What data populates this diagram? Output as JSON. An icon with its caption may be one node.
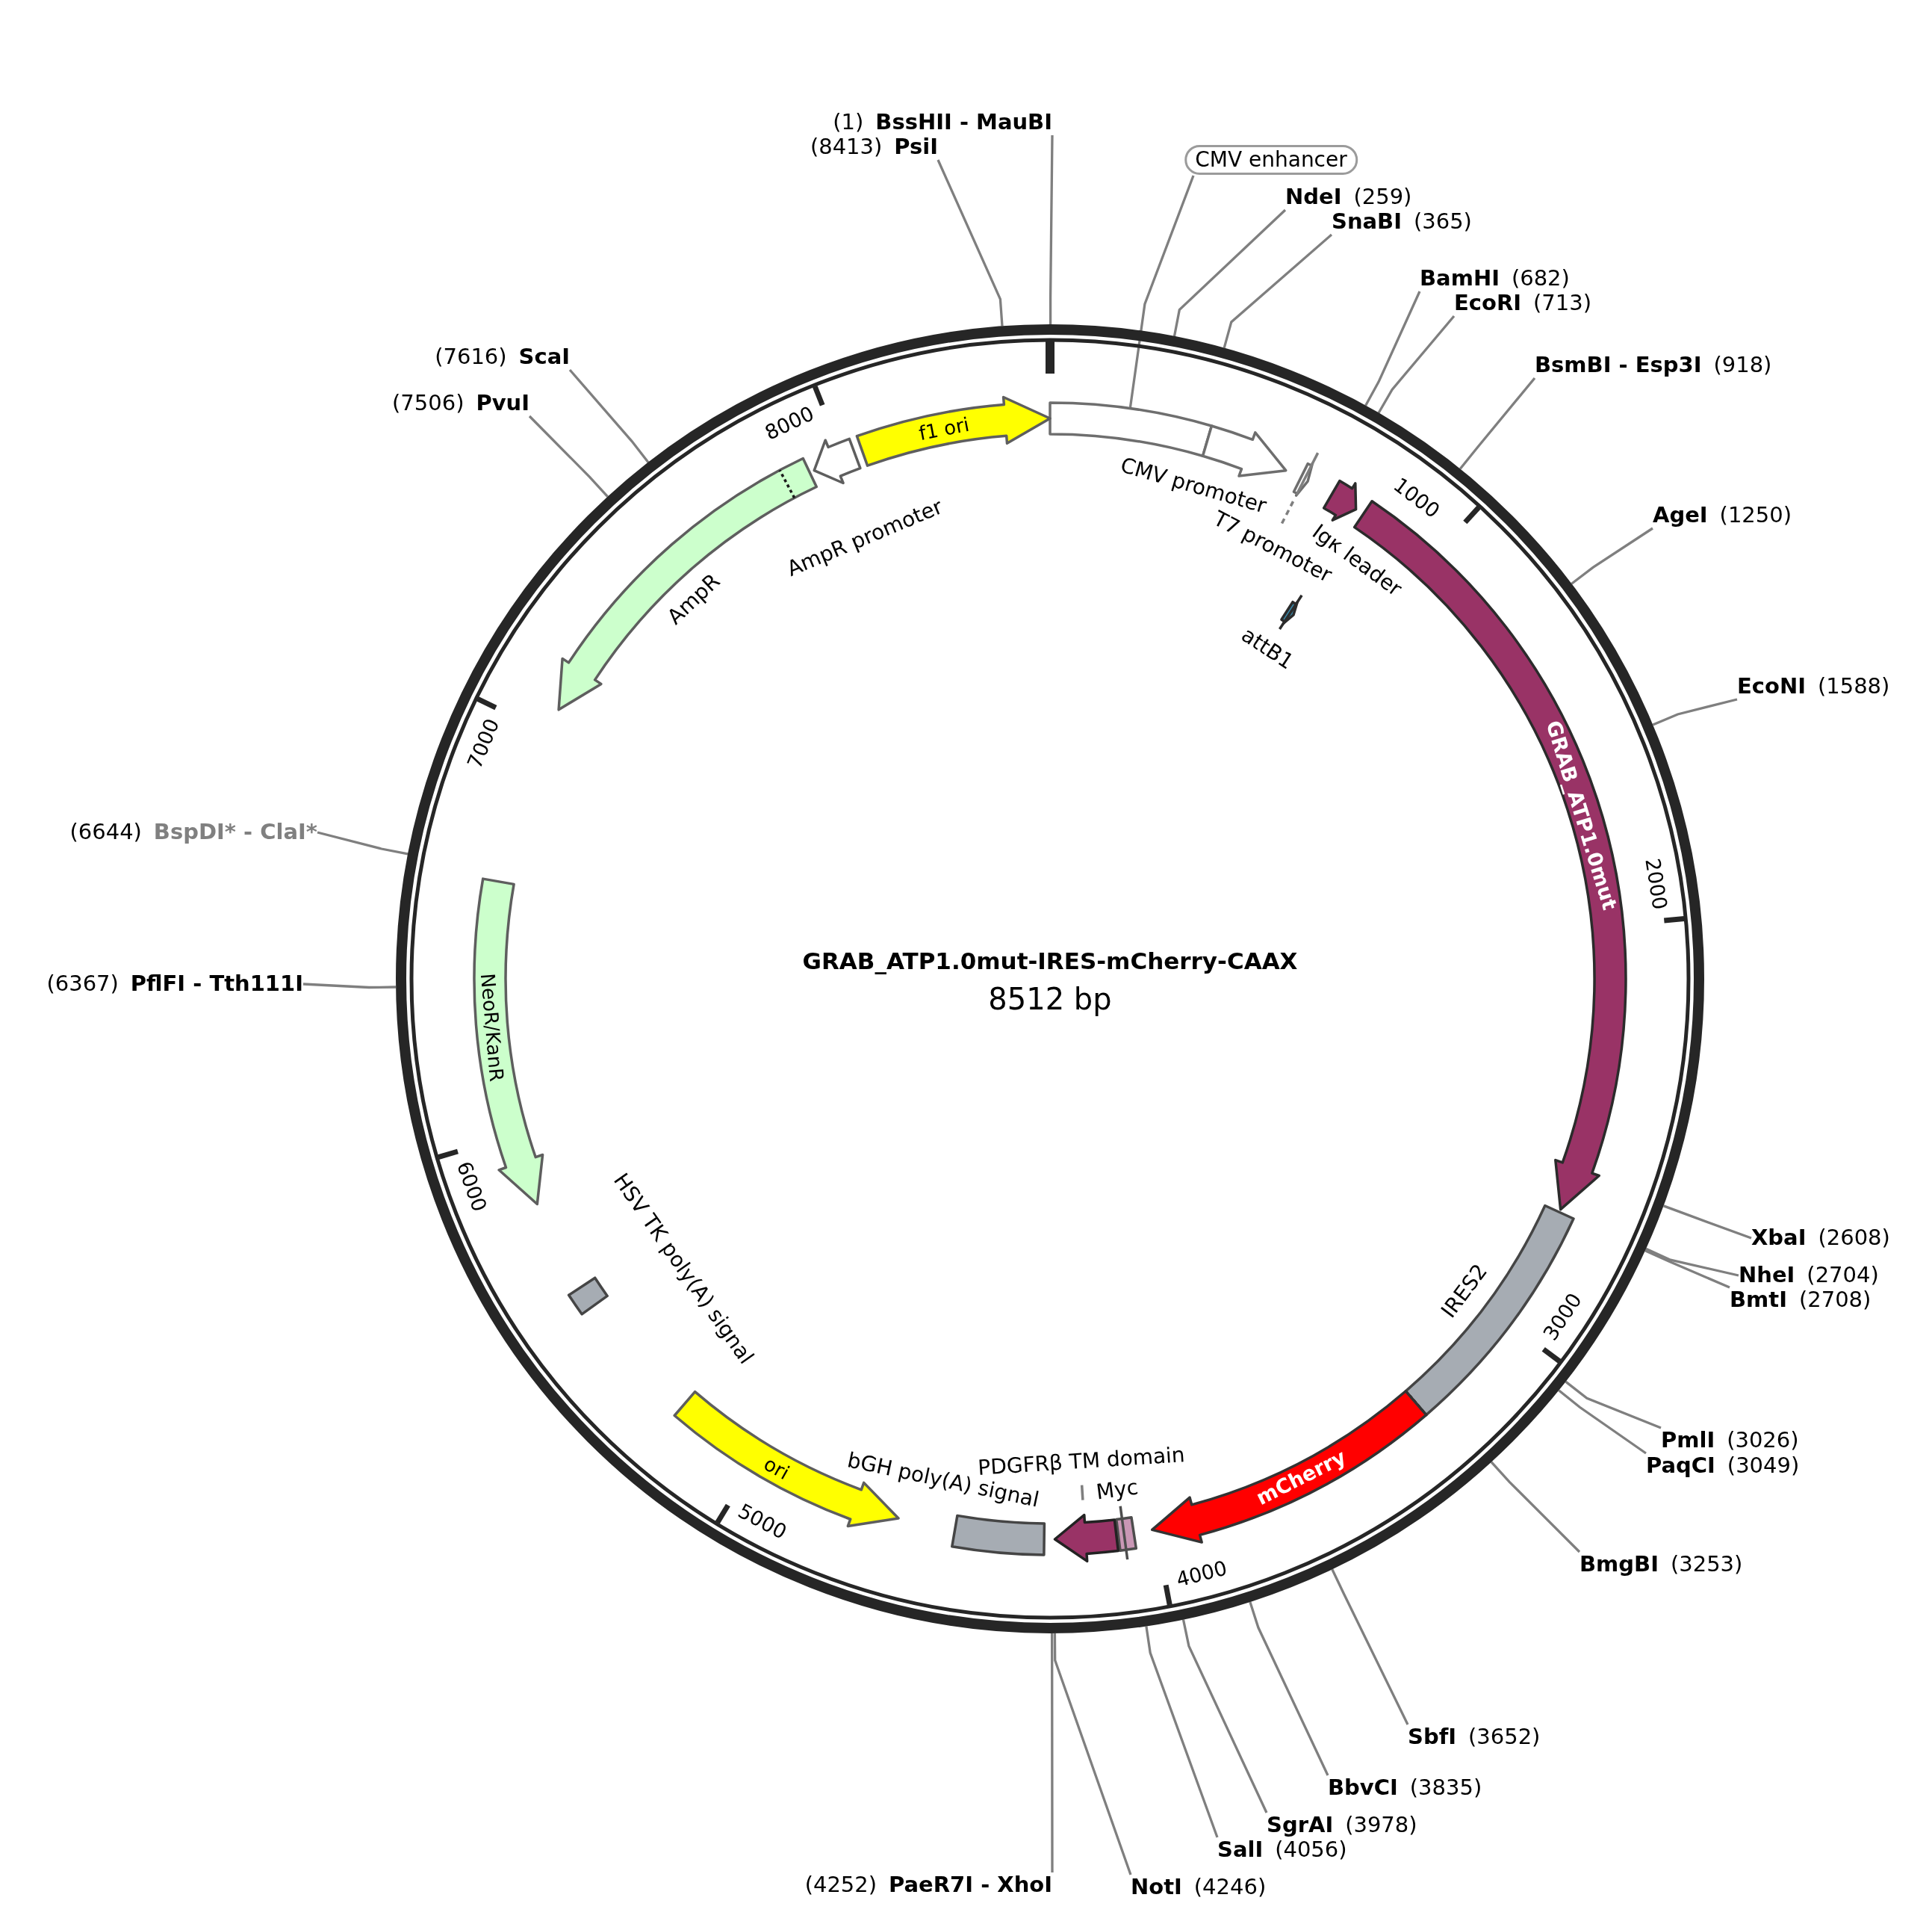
{
  "diagram": {
    "title": "GRAB_ATP1.0mut-IRES-mCherry-CAAX",
    "nodes": [
      {
        "text": [
          "(1)",
          "BssHII - MauBI"
        ]
      },
      {
        "text": [
          "NdeI",
          "(259)"
        ]
      },
      {
        "text": [
          "SnaBI",
          "(365)"
        ]
      },
      {
        "text": [
          "BamHI",
          "(682)"
        ]
      },
      {
        "text": [
          "EcoRI",
          "(713)"
        ]
      },
      {
        "text": [
          "BsmBI - Esp3I",
          "(918)"
        ]
      },
      {
        "text": [
          "AgeI",
          "(1250)"
        ]
      },
      {
        "text": [
          "EcoNI",
          "(1588)"
        ]
      },
      {
        "text": [
          "XbaI",
          "(2608)"
        ]
      },
      {
        "text": [
          "NheI",
          "(2704)"
        ]
      },
      {
        "text": [
          "BmtI",
          "(2708)"
        ]
      },
      {
        "text": [
          "PmlI",
          "(3026)"
        ]
      },
      {
        "text": [
          "PaqCI",
          "(3049)"
        ]
      },
      {
        "text": [
          "BmgBI",
          "(3253)"
        ]
      },
      {
        "text": [
          "SbfI",
          "(3652)"
        ]
      },
      {
        "text": [
          "BbvCI",
          "(3835)"
        ]
      },
      {
        "text": [
          "SgrAI",
          "(3978)"
        ]
      },
      {
        "text": [
          "SalI",
          "(4056)"
        ]
      },
      {
        "text": [
          "NotI",
          "(4246)"
        ]
      },
      {
        "text": [
          "(4252)",
          "PaeR7I - XhoI"
        ]
      },
      {
        "text": [
          "(6367)",
          "PflFI - Tth111I"
        ]
      },
      {
        "text": [
          "(6644)",
          "BspDI* - ClaI*"
        ]
      },
      {
        "text": [
          "(7506)",
          "PvuI"
        ]
      },
      {
        "text": [
          "(7616)",
          "ScaI"
        ]
      },
      {
        "text": [
          "(8413)",
          "PsiI"
        ]
      },
      {
        "text": [
          "CMV enhancer"
        ]
      },
      {
        "text": [],
        "shape": "bar"
      },
      {
        "text": [
          "CMV promoter"
        ]
      },
      {
        "text": [
          "T7 promoter"
        ]
      },
      {
        "text": [
          "Igκ leader"
        ]
      },
      {
        "text": [
          "attB1"
        ]
      },
      {
        "text": [
          "GRAB_ATP1.0mut"
        ]
      },
      {
        "text": [
          "IRES2"
        ]
      },
      {
        "text": [
          "mCherry"
        ]
      },
      {
        "text": [
          "Myc"
        ]
      },
      {
        "text": [
          "PDGFRβ TM domain"
        ]
      },
      {
        "text": [
          "bGH poly(A) signal"
        ]
      },
      {
        "text": [
          "ori"
        ]
      },
      {
        "text": [
          "HSV TK poly(A) signal"
        ]
      },
      {
        "text": [
          "NeoR/KanR"
        ]
      },
      {
        "text": [
          "AmpR"
        ]
      },
      {
        "text": [
          "AmpR promoter"
        ]
      },
      {
        "text": [
          "f1 ori"
        ]
      }
    ],
    "edges": [
      {
        "from": 0,
        "to": null,
        "arrow": "none"
      },
      {
        "from": 1,
        "to": null,
        "arrow": "none"
      },
      {
        "from": 2,
        "to": null,
        "arrow": "none"
      },
      {
        "from": 3,
        "to": null,
        "arrow": "none"
      },
      {
        "from": 4,
        "to": null,
        "arrow": "none"
      },
      {
        "from": 5,
        "to": null,
        "arrow": "none"
      },
      {
        "from": 6,
        "to": null,
        "arrow": "none"
      },
      {
        "from": 7,
        "to": null,
        "arrow": "none"
      },
      {
        "from": 8,
        "to": null,
        "arrow": "none"
      },
      {
        "from": 9,
        "to": null,
        "arrow": "none"
      },
      {
        "from": 10,
        "to": null,
        "arrow": "none"
      },
      {
        "from": 11,
        "to": null,
        "arrow": "none"
      },
      {
        "from": 12,
        "to": null,
        "arrow": "none"
      },
      {
        "from": 13,
        "to": null,
        "arrow": "none"
      },
      {
        "from": 14,
        "to": null,
        "arrow": "none"
      },
      {
        "from": 15,
        "to": null,
        "arrow": "none"
      },
      {
        "from": 16,
        "to": null,
        "arrow": "none"
      },
      {
        "from": 17,
        "to": null,
        "arrow": "none"
      },
      {
        "from": 18,
        "to": null,
        "arrow": "none"
      },
      {
        "from": 19,
        "to": null,
        "arrow": "none"
      },
      {
        "from": 20,
        "to": null,
        "arrow": "none"
      },
      {
        "from": 21,
        "to": null,
        "arrow": "none"
      },
      {
        "from": 22,
        "to": null,
        "arrow": "none"
      },
      {
        "from": 23,
        "to": null,
        "arrow": "none"
      },
      {
        "from": 24,
        "to": null,
        "arrow": "none"
      },
      {
        "from": 25,
        "to": 26,
        "arrow": "none"
      }
    ],
    "labels": [
      "8000",
      "1000",
      "7000",
      "2000",
      "8512 bp",
      "6000",
      "3000",
      "5000",
      "4000"
    ]
  }
}
